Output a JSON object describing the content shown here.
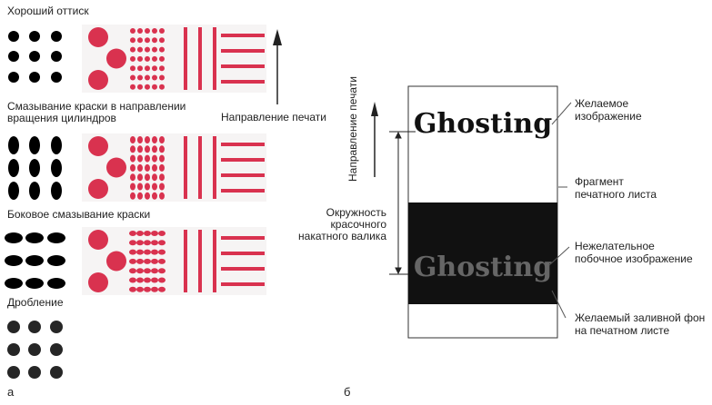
{
  "panel_a": {
    "letter": "а",
    "rows": [
      {
        "label_lines": [
          "Хороший оттиск"
        ]
      },
      {
        "label_lines": [
          "Смазывание краски в направлении",
          "вращения цилиндров"
        ]
      },
      {
        "label_lines": [
          "Боковое смазывание краски"
        ]
      },
      {
        "label_lines": [
          "Дробление"
        ]
      }
    ],
    "direction_label": "Направление печати",
    "ink_color": "#d9324f"
  },
  "panel_b": {
    "letter": "б",
    "direction_label": "Направление печати",
    "roller_label": [
      "Окружность",
      "красочного",
      "накатного валика"
    ],
    "desired_text": "Ghosting",
    "ghost_text": "Ghosting",
    "callouts": [
      {
        "lines": [
          "Желаемое",
          "изображение"
        ]
      },
      {
        "lines": [
          "Фрагмент",
          "печатного листа"
        ]
      },
      {
        "lines": [
          "Нежелательное",
          "побочное изображение"
        ]
      },
      {
        "lines": [
          "Желаемый заливной фон",
          "на печатном листе"
        ]
      }
    ],
    "ghost_color": "#666666"
  }
}
